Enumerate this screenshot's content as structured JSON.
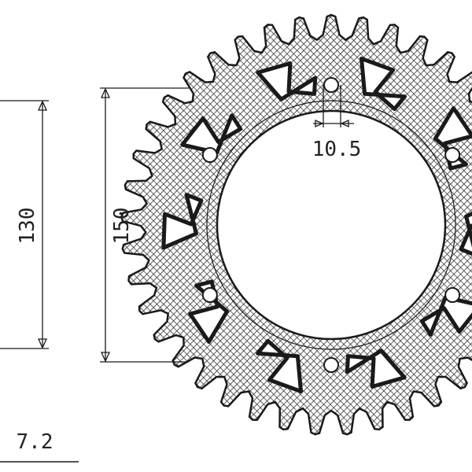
{
  "drawing": {
    "dimensions": {
      "bolt_circle": "130",
      "outer": "150",
      "hole": "10.5",
      "thickness": "7.2"
    },
    "colors": {
      "line": "#1a1a1a",
      "hatch": "#333333",
      "background": "#ffffff"
    }
  }
}
